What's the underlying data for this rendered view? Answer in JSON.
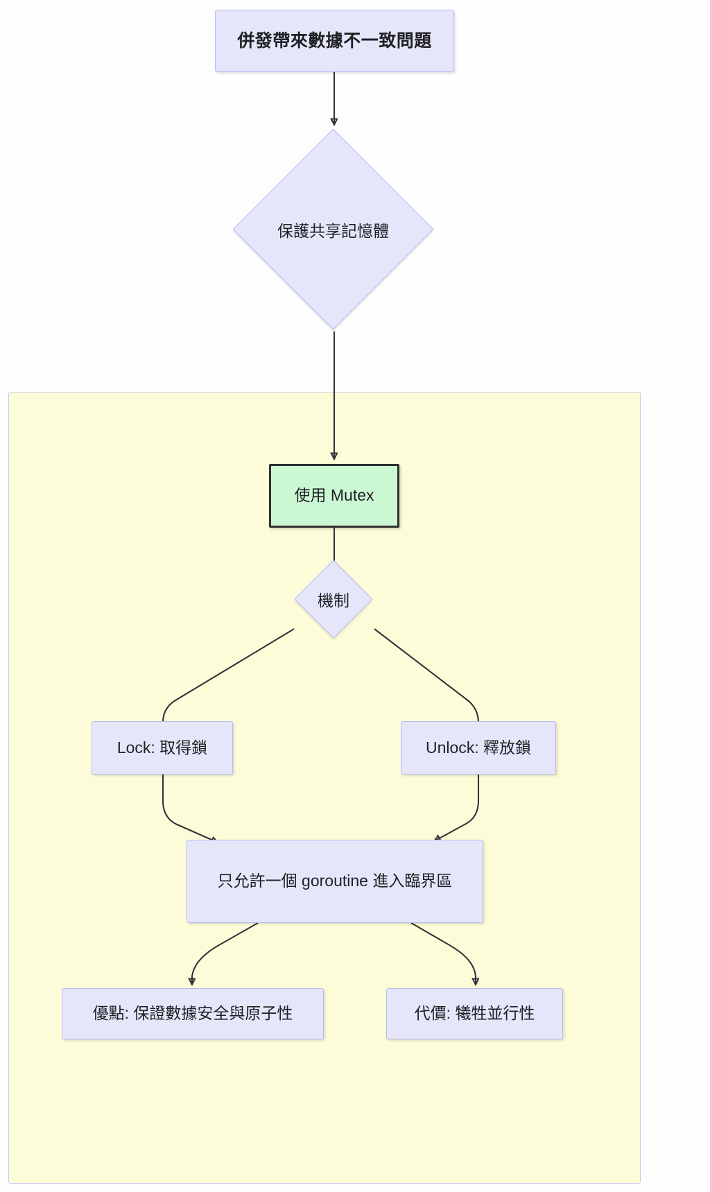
{
  "diagram": {
    "type": "flowchart",
    "direction": "top-down",
    "colors": {
      "node_fill": "#e6e6fb",
      "node_border": "#b9b9f2",
      "highlight_fill": "#ccf7d3",
      "highlight_border": "#2f2f2f",
      "subgraph_fill": "#fcfcd8",
      "subgraph_border": "#c9c9f0",
      "edge": "#333338",
      "text": "#1f2024"
    },
    "nodes": {
      "problem": "併發帶來數據不一致問題",
      "goal": "保護共享記憶體",
      "mutex": "使用 Mutex",
      "mechanism": "機制",
      "lock": "Lock: 取得鎖",
      "unlock": "Unlock: 釋放鎖",
      "critical_section": "只允許一個 goroutine 進入臨界區",
      "benefit": "優點: 保證數據安全與原子性",
      "cost": "代價: 犧牲並行性"
    },
    "edges": [
      {
        "from": "problem",
        "to": "goal"
      },
      {
        "from": "goal",
        "to": "mutex"
      },
      {
        "from": "mutex",
        "to": "mechanism"
      },
      {
        "from": "mechanism",
        "to": "lock"
      },
      {
        "from": "mechanism",
        "to": "unlock"
      },
      {
        "from": "lock",
        "to": "critical_section"
      },
      {
        "from": "unlock",
        "to": "critical_section"
      },
      {
        "from": "critical_section",
        "to": "benefit"
      },
      {
        "from": "critical_section",
        "to": "cost"
      }
    ],
    "subgraph_label": ""
  }
}
